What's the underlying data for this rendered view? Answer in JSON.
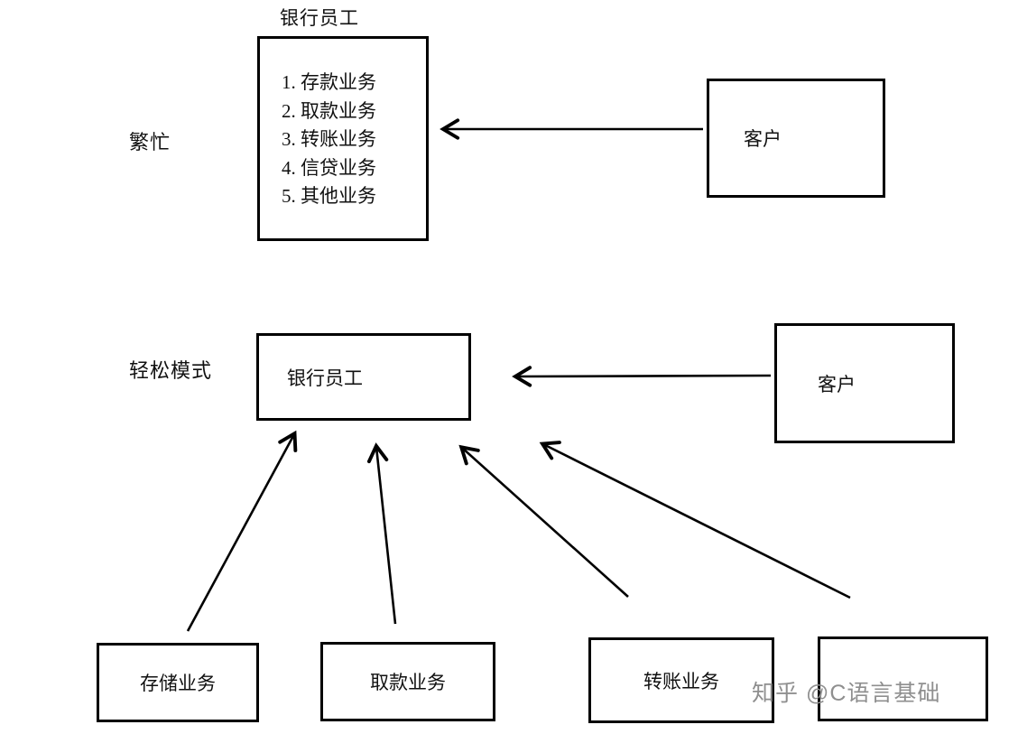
{
  "busy_section": {
    "label": "繁忙",
    "bank_box": {
      "title": "银行员工",
      "items": [
        "1. 存款业务",
        "2. 取款业务",
        "3. 转账业务",
        "4. 信贷业务",
        "5. 其他业务"
      ]
    },
    "customer_box": {
      "label": "客户"
    }
  },
  "relaxed_section": {
    "label": "轻松模式",
    "bank_box": {
      "label": "银行员工"
    },
    "customer_box": {
      "label": "客户"
    }
  },
  "task_boxes": [
    {
      "label": "存储业务"
    },
    {
      "label": "取款业务"
    },
    {
      "label": "转账业务"
    },
    {
      "label": ""
    }
  ],
  "watermark": "知乎 @C语言基础",
  "colors": {
    "line": "#000000",
    "watermark": "#8f8f8f",
    "background": "#ffffff"
  }
}
